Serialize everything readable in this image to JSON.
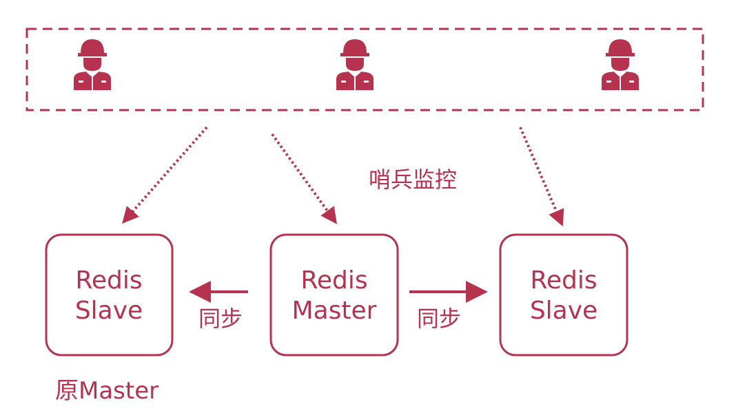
{
  "colors": {
    "accent": "#b5334f",
    "background": "#ffffff"
  },
  "sentinels": [
    {
      "icon": "soldier-icon"
    },
    {
      "icon": "soldier-icon"
    },
    {
      "icon": "soldier-icon"
    }
  ],
  "monitor_label": "哨兵监控",
  "nodes": {
    "left": {
      "line1": "Redis",
      "line2": "Slave"
    },
    "center": {
      "line1": "Redis",
      "line2": "Master"
    },
    "right": {
      "line1": "Redis",
      "line2": "Slave"
    }
  },
  "sync_label_left": "同步",
  "sync_label_right": "同步",
  "original_master_caption": "原Master"
}
